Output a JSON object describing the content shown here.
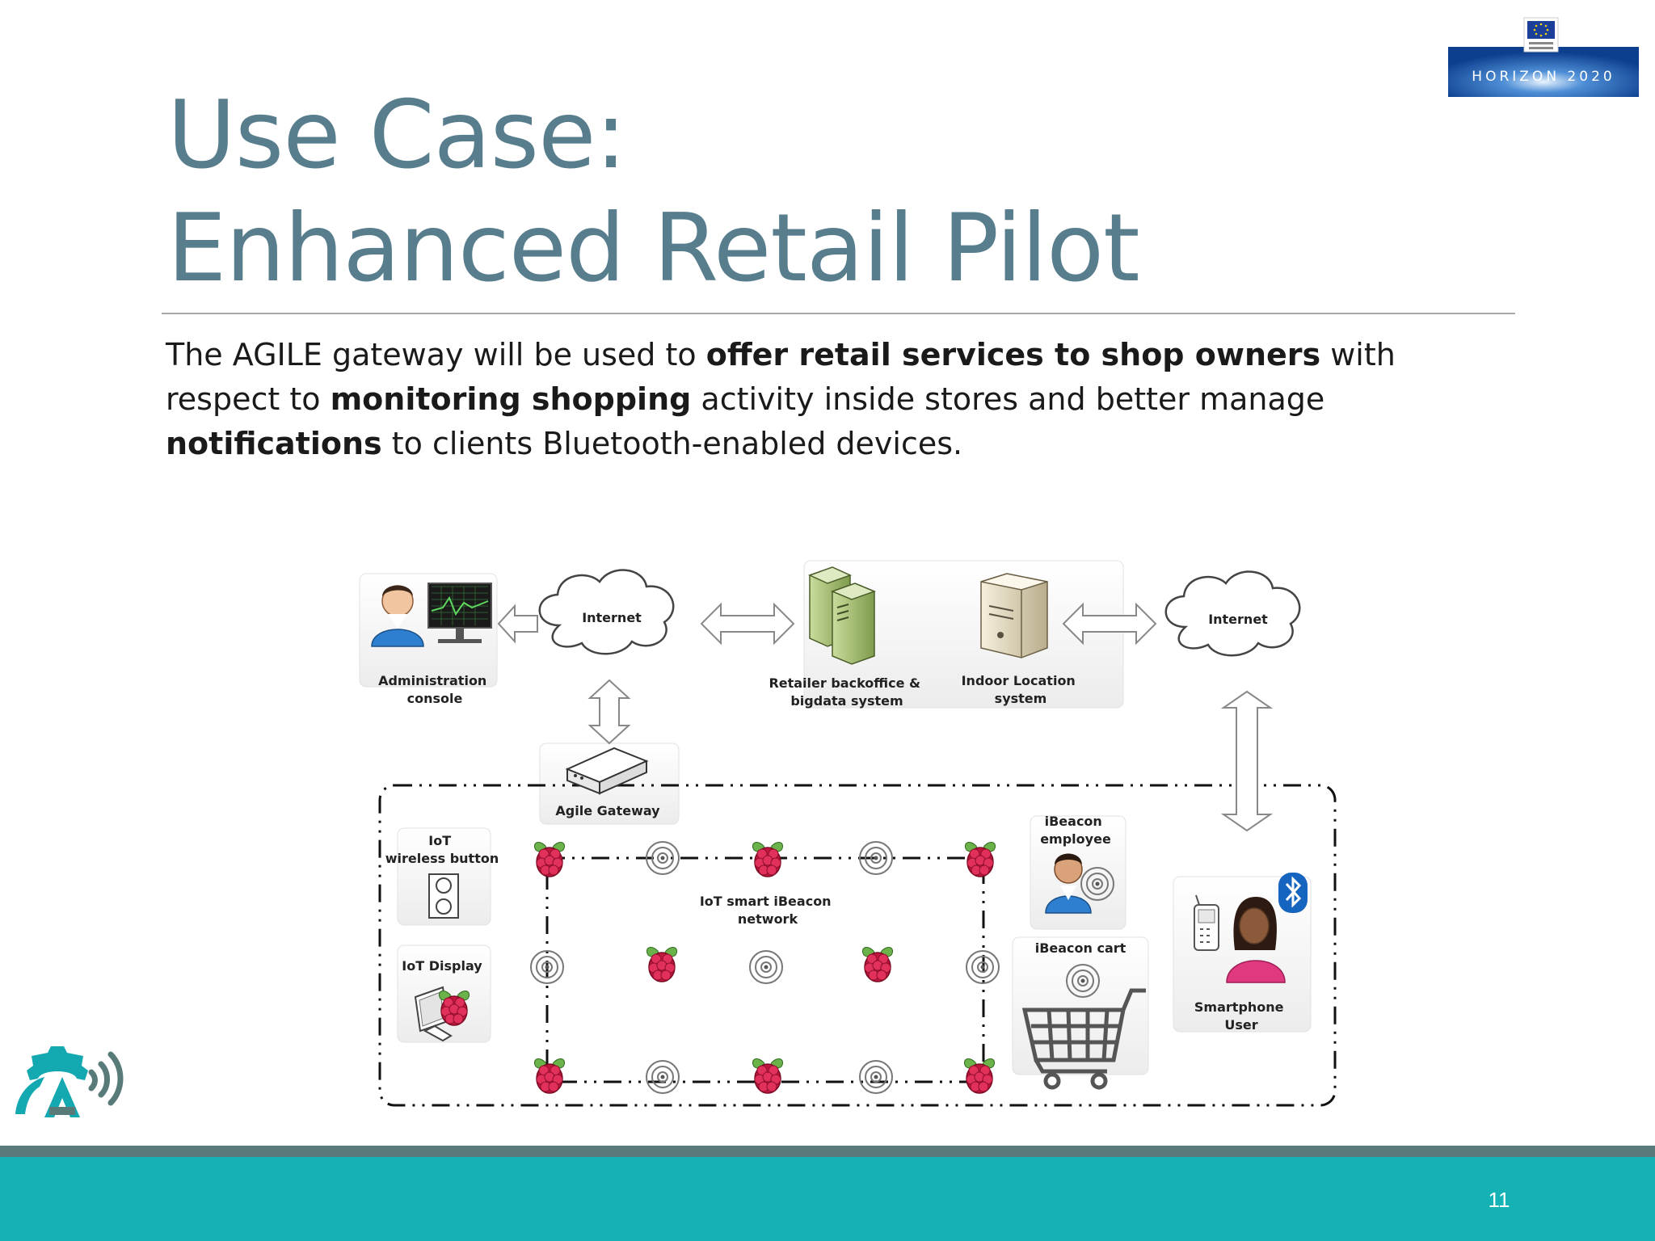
{
  "slide": {
    "title_line1": "Use Case:",
    "title_line2": "Enhanced Retail Pilot",
    "page_number": "11"
  },
  "body": {
    "t1": "The AGILE gateway will be used to ",
    "b1": "offer retail services to shop owners",
    "t2": " with respect to ",
    "b2": "monitoring shopping",
    "t3": " activity inside stores and better manage ",
    "b3": "notifications",
    "t4": " to clients Bluetooth-enabled devices."
  },
  "logos": {
    "eu_logo_text": "HORIZON 2020"
  },
  "diagram": {
    "admin_console": [
      "Administration",
      "console"
    ],
    "internet_left": "Internet",
    "internet_right": "Internet",
    "retailer": [
      "Retailer backoffice &",
      "bigdata system"
    ],
    "indoor_location": [
      "Indoor Location",
      "system"
    ],
    "agile_gateway": "Agile Gateway",
    "iot_button": [
      "IoT",
      "wireless button"
    ],
    "iot_display": "IoT Display",
    "ibeacon_network": [
      "IoT smart iBeacon",
      "network"
    ],
    "ibeacon_employee": [
      "iBeacon",
      "employee"
    ],
    "ibeacon_cart": "iBeacon cart",
    "smartphone_user": [
      "Smartphone",
      "User"
    ]
  },
  "colors": {
    "title": "#587e8e",
    "footer_bar": "#14b1b5",
    "footer_line": "#587a78",
    "raspberry": "#c3163f"
  }
}
